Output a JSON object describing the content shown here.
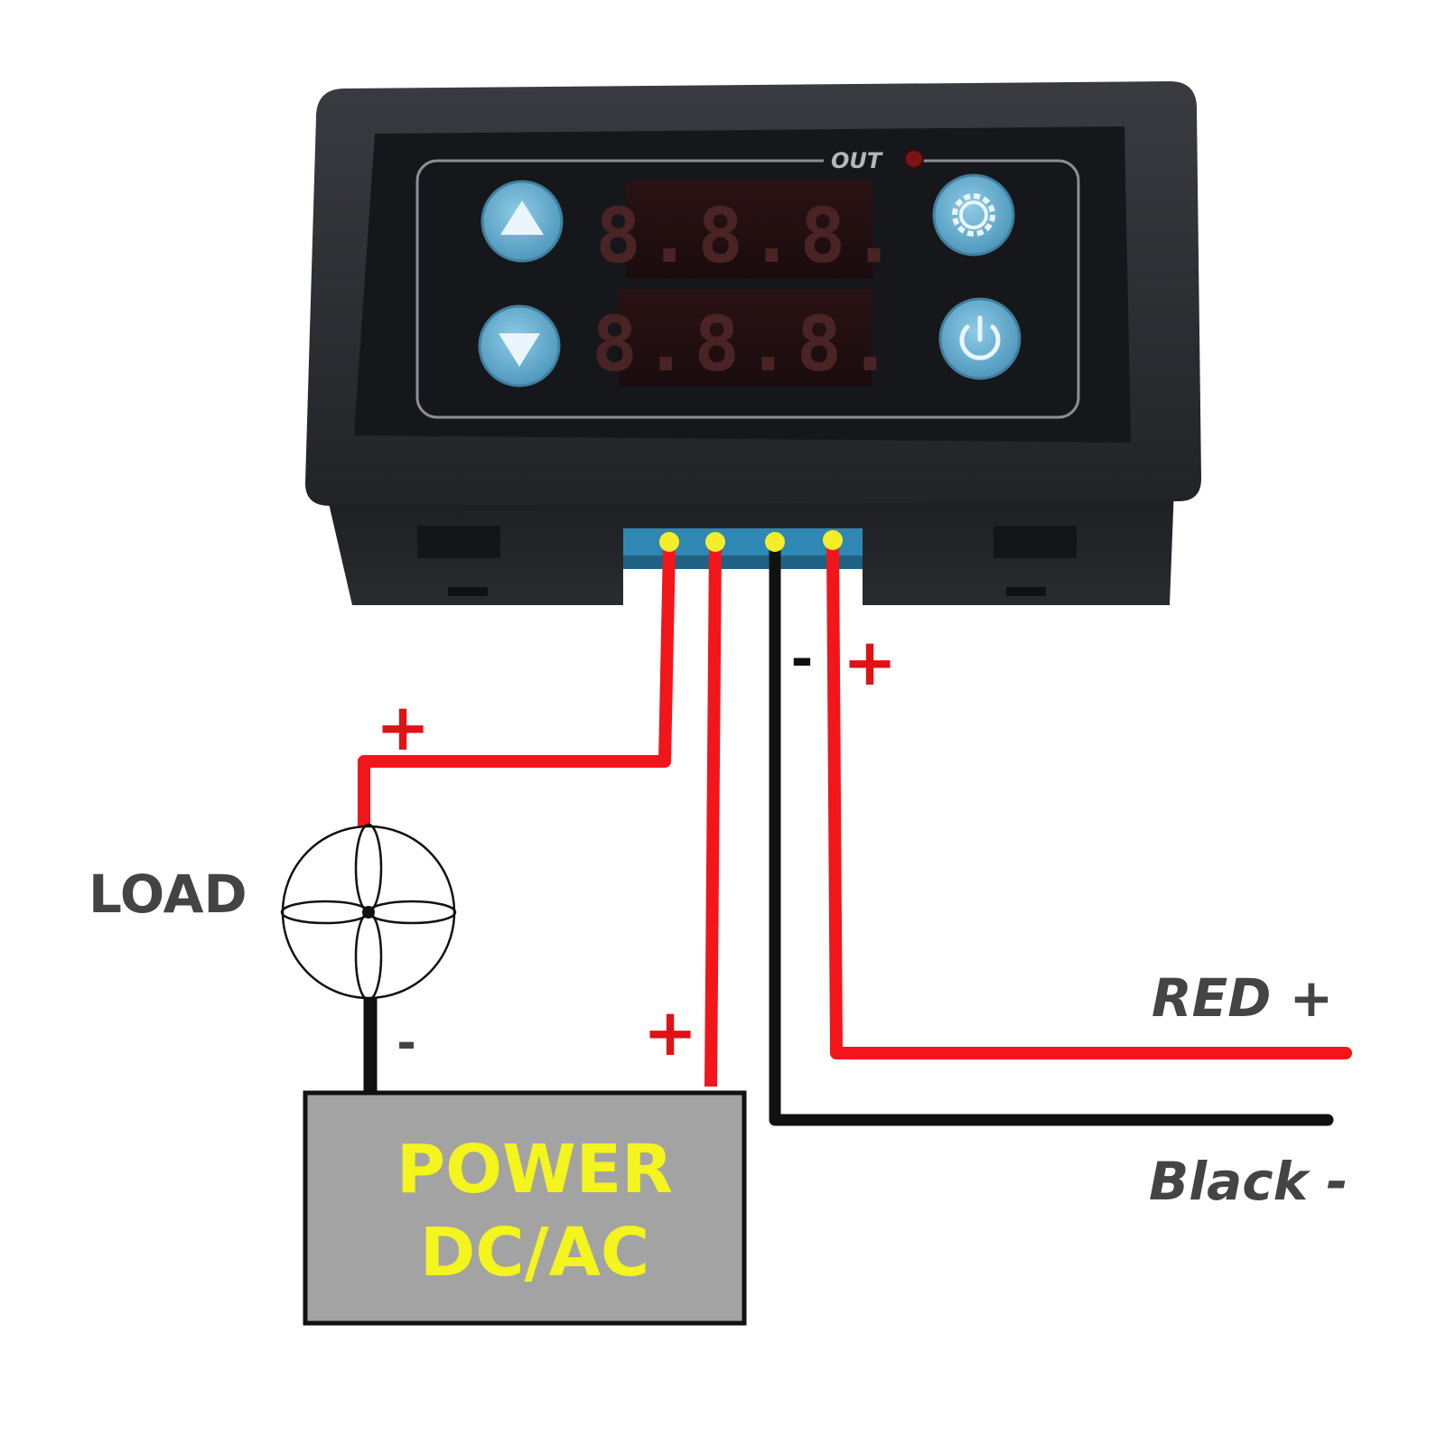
{
  "device": {
    "out_label": "OUT",
    "display_top": "8.8.8.",
    "display_bottom": "8.8.8.",
    "button_up_icon": "triangle-up-icon",
    "button_down_icon": "triangle-down-icon",
    "button_set_icon": "gear-icon",
    "button_power_icon": "power-icon",
    "colors": {
      "housing": "#2b2c30",
      "faceplate": "#16171a",
      "button": "#6fb7d8",
      "led_off": "#8b1a1a"
    }
  },
  "wiring": {
    "terminal_color": "#f4ee2a",
    "red_wire_color": "#f2161a",
    "black_wire_color": "#111111",
    "marks": {
      "load_plus": "+",
      "load_minus": "-",
      "power_plus": "+",
      "signal_minus": "-",
      "signal_plus": "+"
    }
  },
  "load": {
    "label": "LOAD",
    "icon": "fan-icon"
  },
  "power": {
    "line1": "POWER",
    "line2": "DC/AC",
    "fill_color": "#a3a3a3",
    "text_color": "#f4f41e"
  },
  "signal": {
    "red_label": "RED +",
    "black_label": "Black -"
  }
}
